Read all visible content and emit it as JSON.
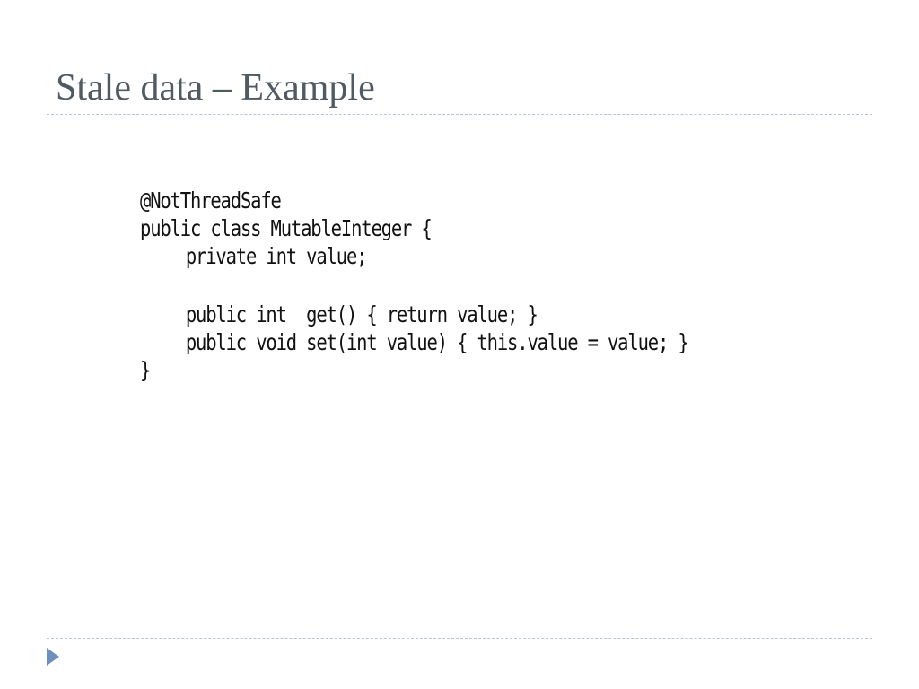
{
  "slide": {
    "title": "Stale data – Example"
  },
  "code": {
    "lines": [
      "@NotThreadSafe",
      "public class MutableInteger {",
      "private int value;",
      "",
      "public int  get() { return value; }",
      "public void set(int value) { this.value = value; }",
      "}"
    ]
  },
  "icons": {
    "footer_marker": "triangle-right-icon",
    "accent_color": "#6f8fbd",
    "title_color": "#505a63"
  }
}
